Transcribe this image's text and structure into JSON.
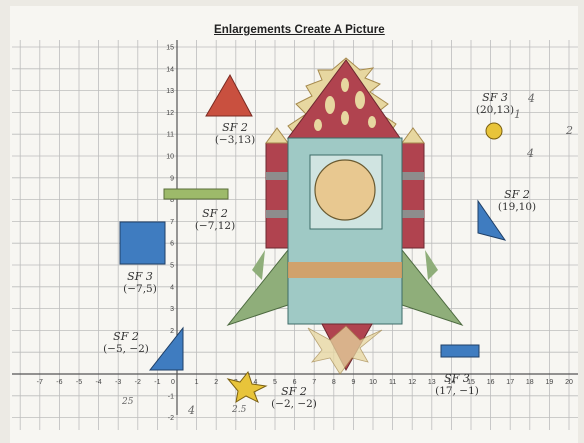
{
  "title": "Enlargements Create A Picture",
  "axes": {
    "x_ticks": [
      "-7",
      "-6",
      "-5",
      "-4",
      "-3",
      "-2",
      "-1",
      "0",
      "1",
      "2",
      "3",
      "4",
      "5",
      "6",
      "7",
      "8",
      "9",
      "10",
      "11",
      "12",
      "13",
      "14",
      "15",
      "16",
      "17",
      "18",
      "19",
      "20"
    ],
    "y_ticks": [
      "15",
      "14",
      "13",
      "12",
      "11",
      "10",
      "9",
      "8",
      "7",
      "6",
      "5",
      "4",
      "3",
      "2",
      "1",
      "-1",
      "-2"
    ]
  },
  "labels": [
    {
      "id": "triangle",
      "sf": "SF 2",
      "point": "(−3,13)"
    },
    {
      "id": "rectangle",
      "sf": "SF 2",
      "point": "(−7,12)"
    },
    {
      "id": "square",
      "sf": "SF 3",
      "point": "(−7,5)"
    },
    {
      "id": "small-triangle",
      "sf": "SF 2",
      "point": "(−5, −2)"
    },
    {
      "id": "star",
      "sf": "SF 2",
      "point": "(−2, −2)"
    },
    {
      "id": "circle",
      "sf": "SF 3",
      "point": "(20,13)"
    },
    {
      "id": "right-triangle",
      "sf": "SF 2",
      "point": "(19,10)"
    },
    {
      "id": "bar",
      "sf": "SF 3",
      "point": "(17, −1)"
    }
  ],
  "scribbles": [
    "4",
    "1",
    "2",
    "4",
    "25",
    "4",
    "2.5"
  ],
  "colors": {
    "red": "#c9503f",
    "green": "#9dba6a",
    "blue": "#3f7cc0",
    "yellow": "#e8c43a",
    "rocket_red": "#b0434f",
    "rocket_teal": "#9fc9c5",
    "rocket_orange": "#d89b5c",
    "rocket_green": "#8fae7a",
    "rocket_grey": "#8d8d8d"
  }
}
